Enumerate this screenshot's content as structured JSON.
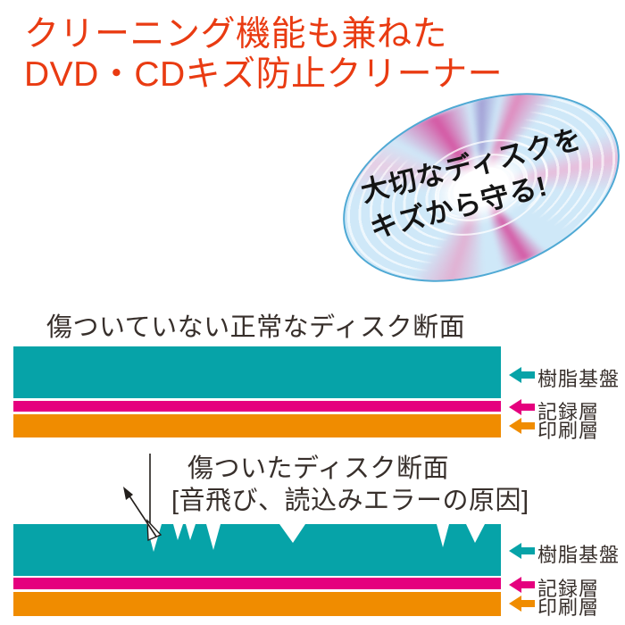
{
  "header": {
    "line1": "クリーニング機能も兼ねた",
    "line2": "DVD・CDキズ防止クリーナー"
  },
  "disc": {
    "caption_line1": "大切なディスクを",
    "caption_line2": "キズから守る!"
  },
  "normal_section": {
    "title": "傷ついていない正常なディスク断面",
    "layers": [
      {
        "label": "樹脂基盤",
        "color": "#06a3a8"
      },
      {
        "label": "記録層",
        "color": "#e5007e"
      },
      {
        "label": "印刷層",
        "color": "#f08c00"
      }
    ]
  },
  "scratched_section": {
    "title_line1": "傷ついたディスク断面",
    "title_line2": "[音飛び、読込みエラーの原因]",
    "layers": [
      {
        "label": "樹脂基盤",
        "color": "#06a3a8"
      },
      {
        "label": "記録層",
        "color": "#e5007e"
      },
      {
        "label": "印刷層",
        "color": "#f08c00"
      }
    ]
  },
  "colors": {
    "title_red": "#e93b12",
    "resin_teal": "#06a3a8",
    "record_magenta": "#e5007e",
    "print_orange": "#f08c00",
    "text_dark": "#372f2b",
    "disc_fill": "#cfe8f8",
    "disc_border": "#4fa9d4",
    "ray_magenta": "#d5509f"
  }
}
